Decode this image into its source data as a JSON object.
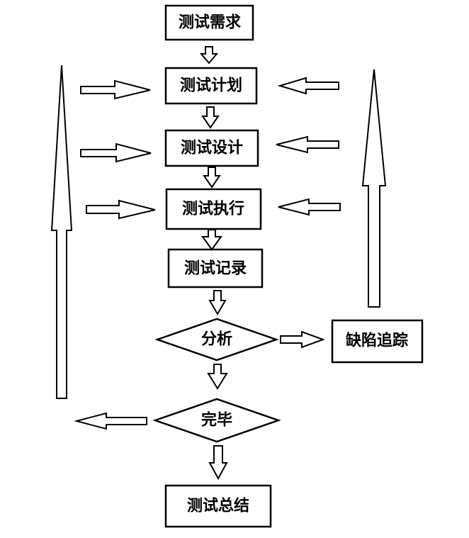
{
  "nodes": {
    "requirements": "测试需求",
    "plan": "测试计划",
    "design": "测试设计",
    "execute": "测试执行",
    "record": "测试记录",
    "analysis": "分析",
    "defect": "缺陷追踪",
    "complete": "完毕",
    "summary": "测试总结"
  }
}
